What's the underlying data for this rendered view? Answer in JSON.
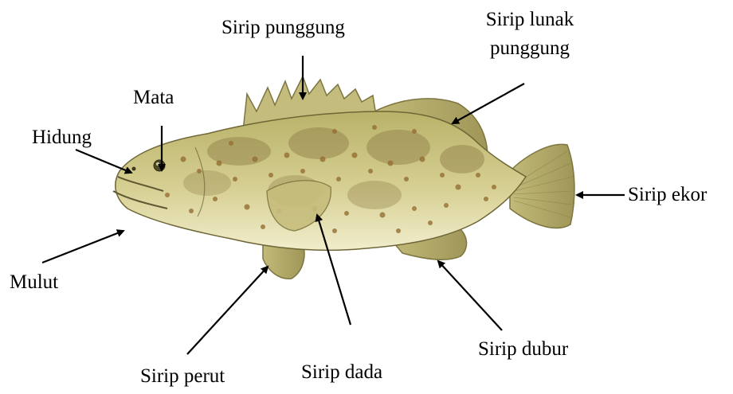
{
  "labels": {
    "sirip_punggung": "Sirip punggung",
    "sirip_lunak_punggung_line1": "Sirip lunak",
    "sirip_lunak_punggung_line2": "punggung",
    "mata": "Mata",
    "hidung": "Hidung",
    "sirip_ekor": "Sirip ekor",
    "mulut": "Mulut",
    "sirip_perut": "Sirip perut",
    "sirip_dada": "Sirip dada",
    "sirip_dubur": "Sirip dubur"
  },
  "colors": {
    "text": "#000000",
    "arrow": "#000000",
    "fish_body": "#c9c27a",
    "fish_belly": "#ece7bf",
    "fish_fin": "#b8b06a",
    "fish_spots": "#9a7a3a",
    "fish_dark_patch": "#8c7a45",
    "fish_outline": "#6e6636"
  }
}
